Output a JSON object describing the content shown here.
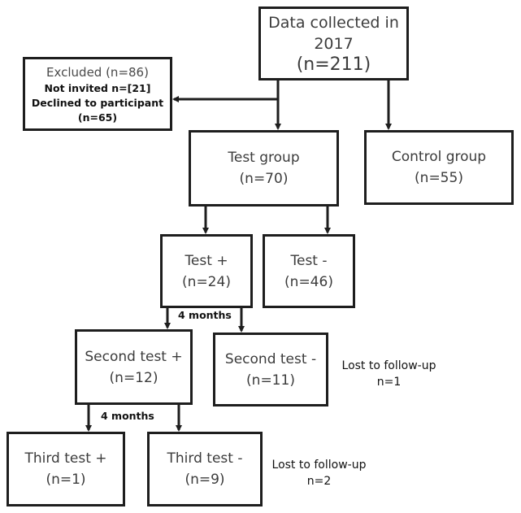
{
  "diagram": {
    "nodes": {
      "data_collected": {
        "line1": "Data collected in",
        "line2": "2017",
        "line3": "(n=211)"
      },
      "excluded": {
        "title": "Excluded (n=86)",
        "line1": "Not invited n=[21]",
        "line2": "Declined to participant",
        "line3": "(n=65)"
      },
      "test_group": {
        "line1": "Test group",
        "line2": "(n=70)"
      },
      "control_group": {
        "line1": "Control group",
        "line2": "(n=55)"
      },
      "test_pos": {
        "line1": "Test +",
        "line2": "(n=24)"
      },
      "test_neg": {
        "line1": "Test -",
        "line2": "(n=46)"
      },
      "second_pos": {
        "line1": "Second test +",
        "line2": "(n=12)"
      },
      "second_neg": {
        "line1": "Second test -",
        "line2": "(n=11)"
      },
      "third_pos": {
        "line1": "Third test +",
        "line2": "(n=1)"
      },
      "third_neg": {
        "line1": "Third test -",
        "line2": "(n=9)"
      }
    },
    "interval_labels": [
      "4 months",
      "4 months"
    ],
    "lost_to_followup": [
      {
        "label": "Lost to follow-up",
        "count": "n=1"
      },
      {
        "label": "Lost to follow-up",
        "count": "n=2"
      }
    ]
  }
}
